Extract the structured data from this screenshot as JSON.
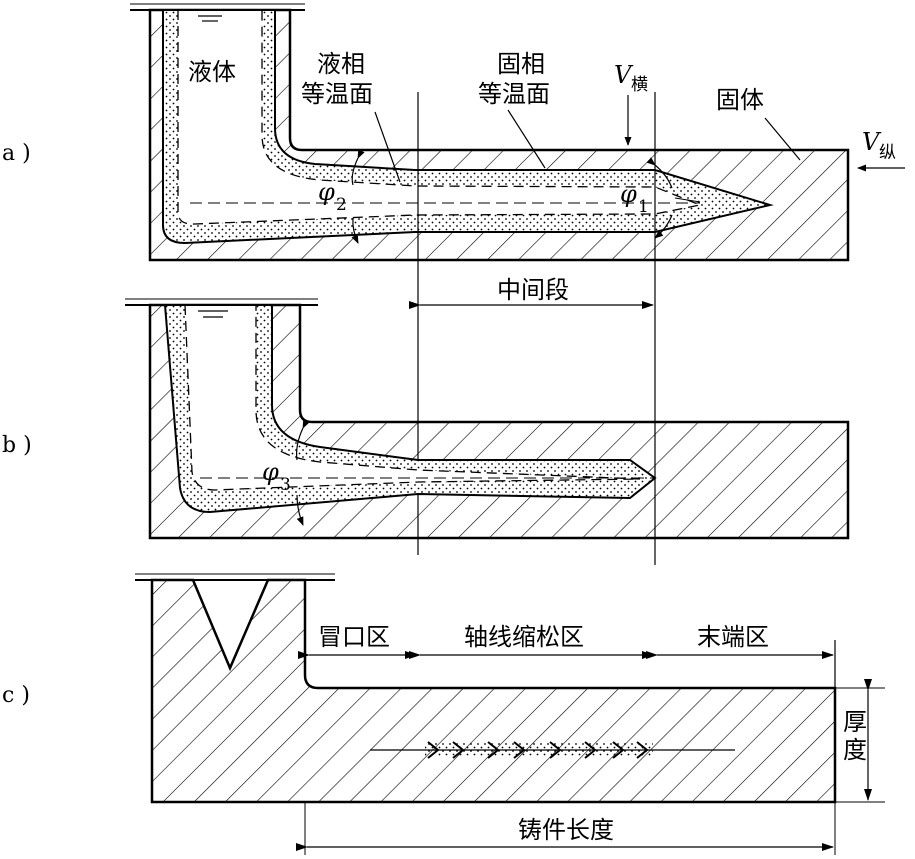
{
  "panels": {
    "a": {
      "tag": "a )",
      "liquid": "液体",
      "liquidus_line1": "液相",
      "liquidus_line2": "等温面",
      "solidus_line1": "固相",
      "solidus_line2": "等温面",
      "v_cross": "V",
      "v_cross_sub": "横",
      "solid": "固体",
      "v_long": "V",
      "v_long_sub": "纵",
      "phi2": "φ",
      "phi2_sub": "2",
      "phi1": "φ",
      "phi1_sub": "1",
      "middle_section": "中间段"
    },
    "b": {
      "tag": "b )",
      "phi3": "φ",
      "phi3_sub": "3"
    },
    "c": {
      "tag": "c )",
      "riser_zone": "冒口区",
      "axial_porosity_zone": "轴线缩松区",
      "end_zone": "末端区",
      "thickness": "厚度",
      "casting_length": "铸件长度"
    }
  }
}
